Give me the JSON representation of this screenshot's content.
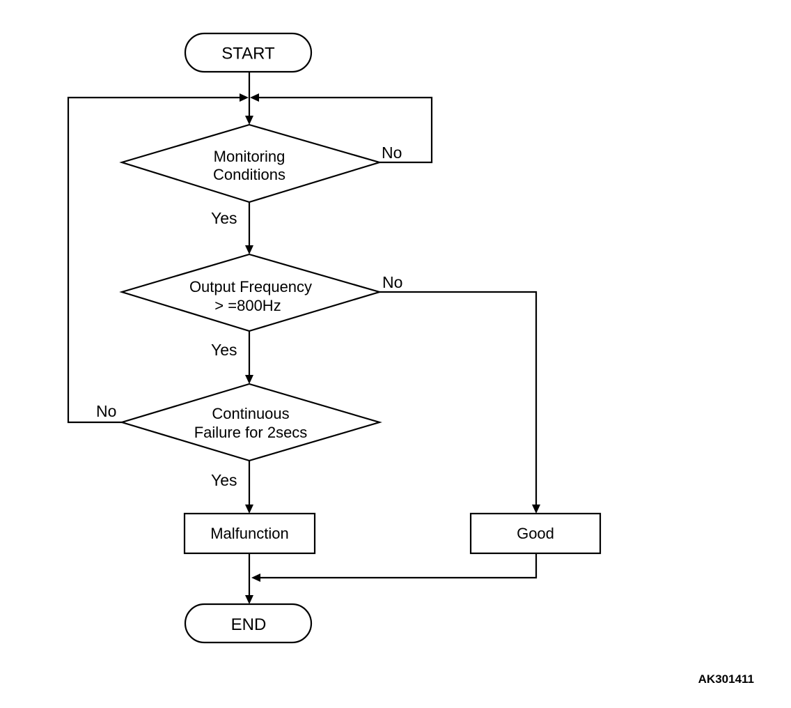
{
  "flowchart": {
    "start": "START",
    "end": "END",
    "decision_monitoring": [
      "Monitoring",
      "Conditions"
    ],
    "decision_frequency": [
      "Output Frequency",
      "> =800Hz"
    ],
    "decision_continuous": [
      "Continuous",
      "Failure for 2secs"
    ],
    "process_malfunction": "Malfunction",
    "process_good": "Good",
    "yes_label": "Yes",
    "no_label": "No"
  },
  "figure_id": "AK301411"
}
